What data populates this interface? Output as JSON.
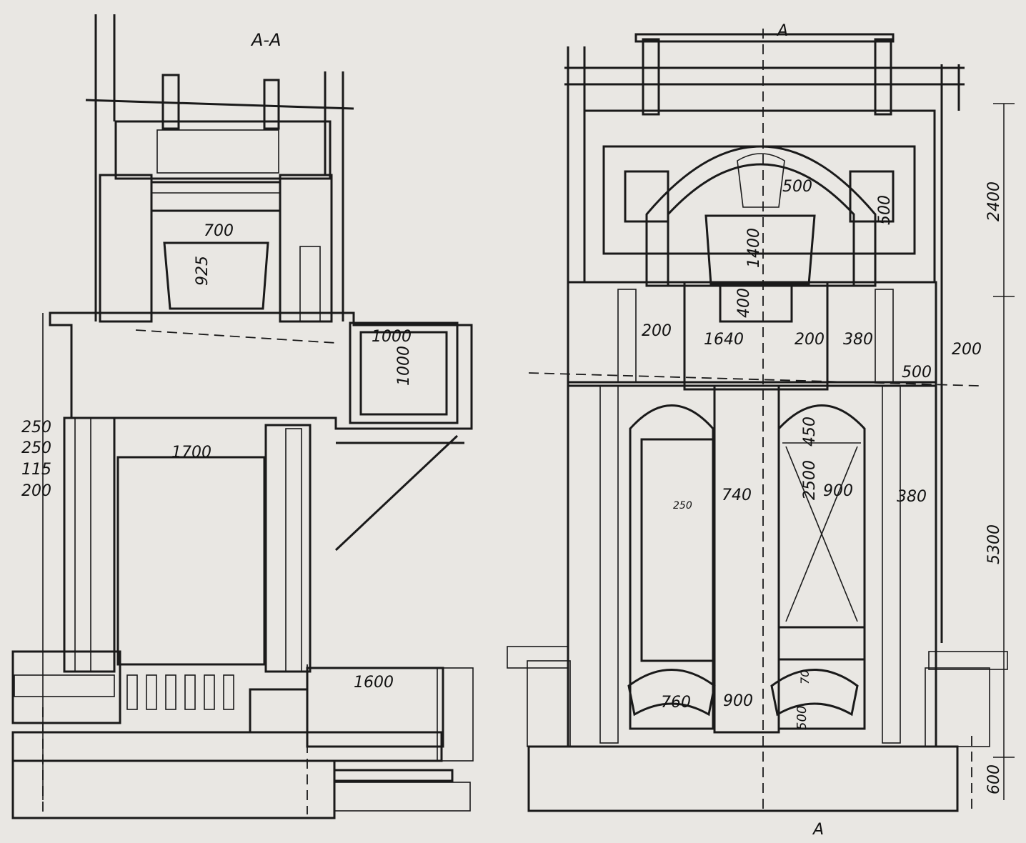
{
  "section_title": "A-A",
  "cut_marker": "A",
  "left_view": {
    "dims": {
      "d700": "700",
      "d925": "925",
      "d1000h": "1000",
      "d1000v": "1000",
      "d1700": "1700",
      "d1600": "1600",
      "d250a": "250",
      "d250b": "250",
      "d115": "115",
      "d200": "200"
    }
  },
  "right_view": {
    "dims": {
      "d500a": "500",
      "d500b": "500",
      "d1400": "1400",
      "d400": "400",
      "d200a": "200",
      "d1640": "1640",
      "d200b": "200",
      "d380a": "380",
      "d500c": "500",
      "d200c": "200",
      "d450": "450",
      "d2500": "2500",
      "d900a": "900",
      "d740": "740",
      "d250": "250",
      "d380b": "380",
      "d70": "70",
      "d760": "760",
      "d900b": "900",
      "d500d": "500",
      "d2400": "2400",
      "d5300": "5300",
      "d600": "600"
    }
  }
}
